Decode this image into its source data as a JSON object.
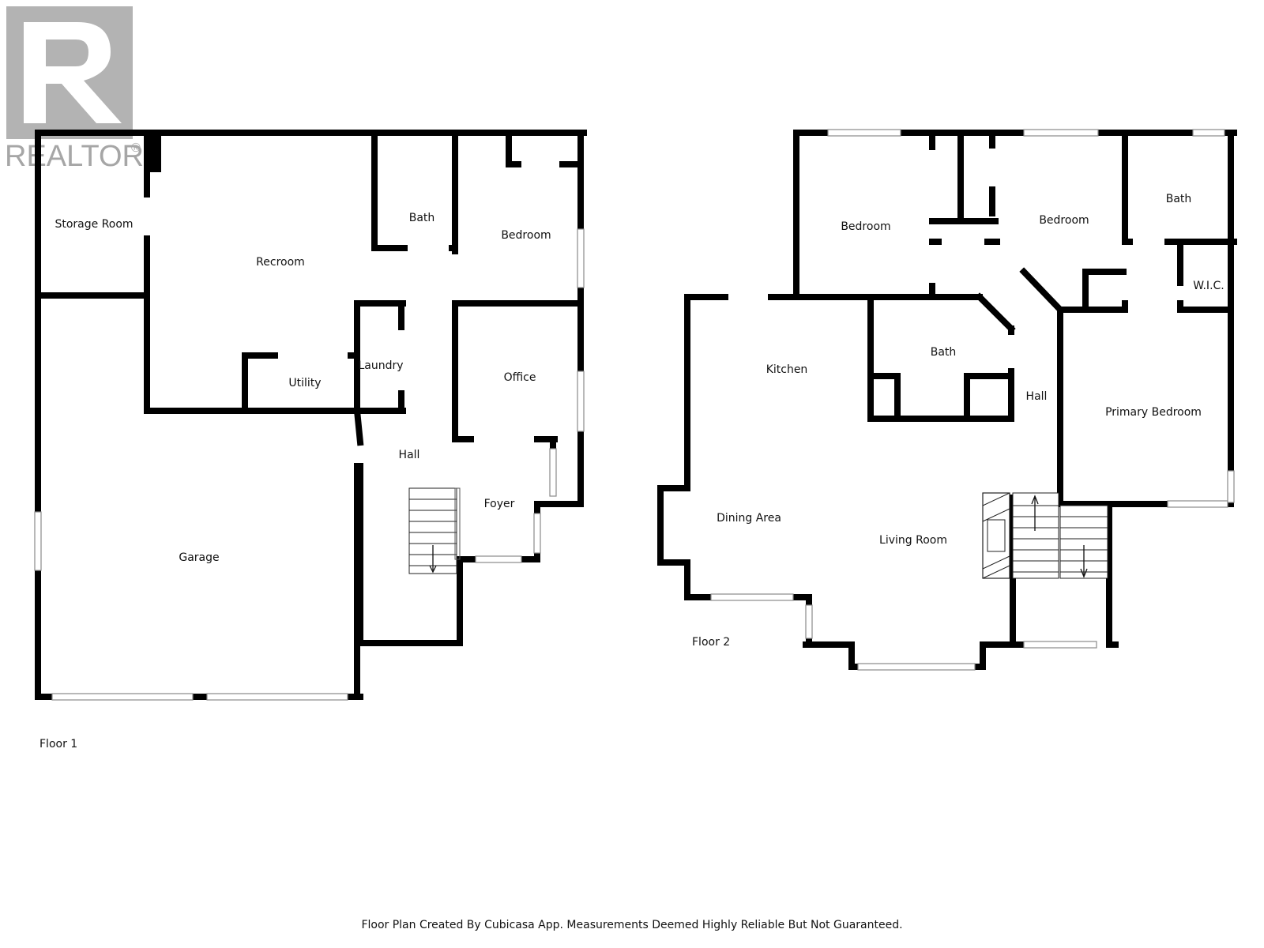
{
  "logo": {
    "text": "REALTOR",
    "mark": "®",
    "color": "#a6a6a6",
    "icon": "realtor-r-logo-icon"
  },
  "floor1": {
    "label": "Floor 1",
    "rooms": {
      "storage_room": "Storage Room",
      "recroom": "Recroom",
      "bath": "Bath",
      "bedroom": "Bedroom",
      "utility": "Utility",
      "laundry": "Laundry",
      "office": "Office",
      "hall": "Hall",
      "foyer": "Foyer",
      "garage": "Garage"
    }
  },
  "floor2": {
    "label": "Floor 2",
    "rooms": {
      "bedroom_left": "Bedroom",
      "bedroom_mid": "Bedroom",
      "bath_top": "Bath",
      "wic": "W.I.C.",
      "kitchen": "Kitchen",
      "bath_center": "Bath",
      "hall": "Hall",
      "primary_bedroom": "Primary Bedroom",
      "dining_area": "Dining Area",
      "living_room": "Living Room"
    }
  },
  "footer": "Floor Plan Created By Cubicasa App. Measurements Deemed Highly Reliable But Not Guaranteed.",
  "colors": {
    "wall": "#000000",
    "background": "#ffffff"
  }
}
